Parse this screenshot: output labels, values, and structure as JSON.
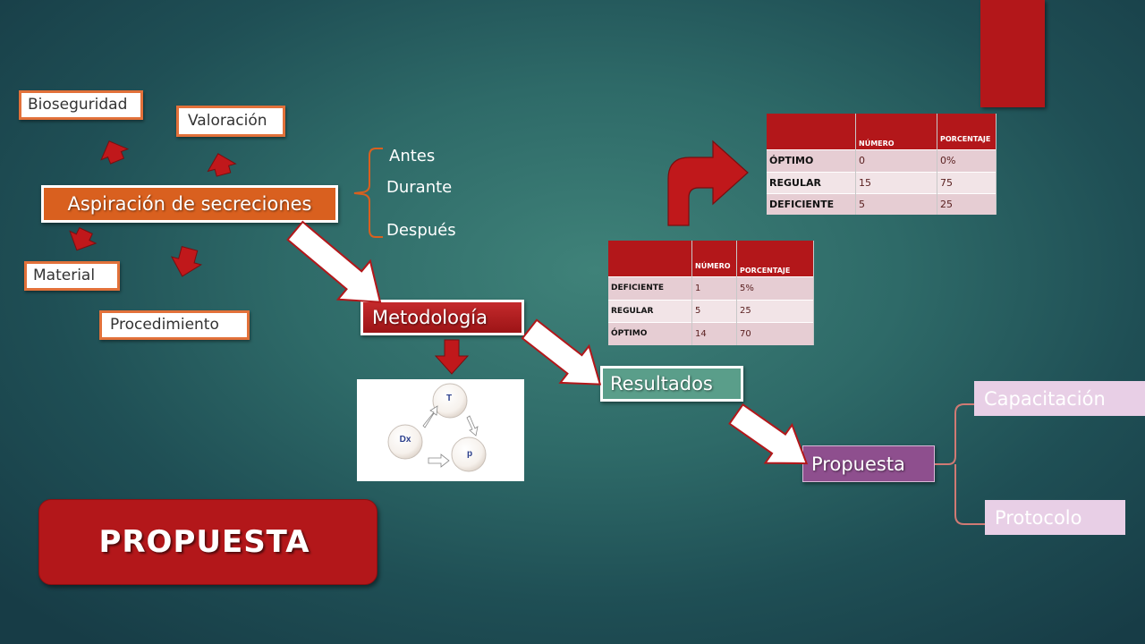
{
  "map": {
    "central": "Aspiración de secreciones",
    "branches": [
      "Bioseguridad",
      "Valoración",
      "Material",
      "Procedimiento"
    ],
    "timing": [
      "Antes",
      "Durante",
      "Después"
    ]
  },
  "metodologia": {
    "label": "Metodología",
    "diagram_nodes": [
      "T",
      "Dx",
      "p"
    ]
  },
  "resultados": {
    "label": "Resultados"
  },
  "table1": {
    "headers": [
      "",
      "NÚMERO",
      "PORCENTAJE"
    ],
    "rows": [
      [
        "ÓPTIMO",
        "0",
        "0%"
      ],
      [
        "REGULAR",
        "15",
        "75"
      ],
      [
        "DEFICIENTE",
        "5",
        "25"
      ]
    ]
  },
  "table2": {
    "headers": [
      "",
      "NÚMERO",
      "PORCENTAJE"
    ],
    "rows": [
      [
        "DEFICIENTE",
        "1",
        "5%"
      ],
      [
        "REGULAR",
        "5",
        "25"
      ],
      [
        "ÓPTIMO",
        "14",
        "70"
      ]
    ]
  },
  "propuesta": {
    "label": "Propuesta",
    "options": [
      "Capacitación",
      "Protocolo"
    ]
  },
  "banner": "PROPUESTA",
  "colors": {
    "accent_red": "#b3171a",
    "orange": "#e2713a",
    "teal_box": "#5a9e8a",
    "purple": "#8e4f8e",
    "lavender": "#e8cfe6"
  }
}
